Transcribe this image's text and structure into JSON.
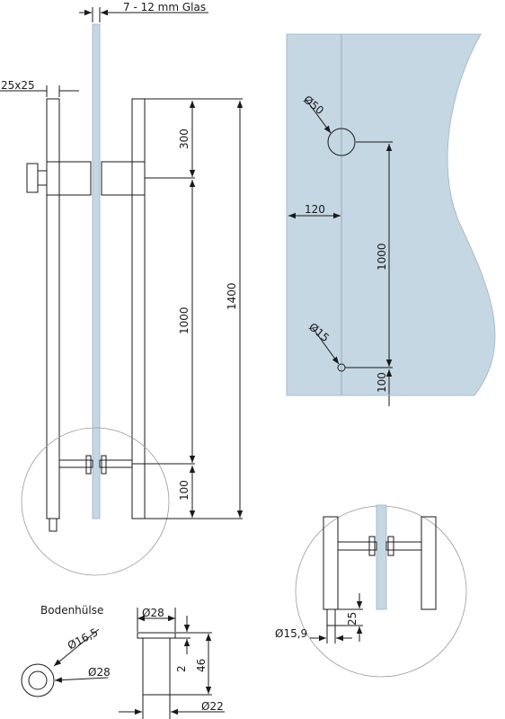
{
  "labels": {
    "glass_thickness": "7 - 12 mm Glas",
    "profile": "25x25",
    "dim_300": "300",
    "dim_1000_left": "1000",
    "dim_1400": "1400",
    "dim_100_left": "100",
    "hole_large": "Ø50",
    "dim_120": "120",
    "dim_1000_right": "1000",
    "hole_small": "Ø15",
    "dim_100_right": "100",
    "sleeve_title": "Bodenhülse",
    "sleeve_outer": "Ø16,5",
    "sleeve_diam": "Ø28",
    "sleeve_top": "Ø28",
    "sleeve_height_2": "2",
    "sleeve_height_46": "46",
    "sleeve_bottom": "Ø22",
    "detail_25": "25",
    "detail_dia": "Ø15,9"
  },
  "colors": {
    "glass": "#c5d7e3",
    "line": "#1a1a1a",
    "detail_circle": "#9a9a9a"
  }
}
